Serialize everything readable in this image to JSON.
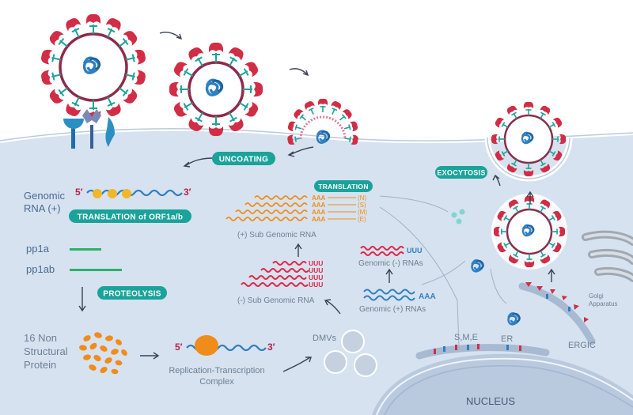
{
  "pills": {
    "uncoating": "UNCOATING",
    "translation_orf": "TRANSLATION of ORF1a/b",
    "proteolysis": "PROTEOLYSIS",
    "translation": "TRANSLATION",
    "exocytosis": "EXOCYTOSIS"
  },
  "genomic_rna": {
    "line1": "Genomic",
    "line2": "RNA (+)",
    "five_prime": "5′",
    "three_prime": "3′"
  },
  "polyproteins": {
    "pp1a": "pp1a",
    "pp1ab": "pp1ab"
  },
  "nsp": {
    "line1": "16 Non",
    "line2": "Structural",
    "line3": "Protein"
  },
  "rtc": {
    "five_prime": "5′",
    "three_prime": "3′",
    "line1": "Replication-Transcription",
    "line2": "Complex"
  },
  "dmvs": "DMVs",
  "sub_genomic_neg": "(-) Sub Genomic RNA",
  "sub_genomic_pos": "(+) Sub Genomic RNA",
  "genomic_neg": "Genomic (-) RNAs",
  "genomic_pos": "Genomic (+) RNAs",
  "tails": {
    "uuu": "UUU",
    "aaa": "AAA"
  },
  "proteins": {
    "n": "(N)",
    "s": "(S)",
    "m": "(M)",
    "e": "(E)"
  },
  "organelles": {
    "sme": "S,M,E",
    "er": "ER",
    "ergic": "ERGIC",
    "golgi1": "Golgi",
    "golgi2": "Apparatus",
    "nucleus": "NUCLEUS"
  },
  "colors": {
    "cell": "#d6e2ef",
    "pill": "#1aa39a",
    "spike": "#d22d46",
    "envelope": "#8e2a4a",
    "rna_blue": "#2f7fc1",
    "rna_red": "#e0294a",
    "orange": "#f08c1a",
    "green": "#2bb068"
  }
}
